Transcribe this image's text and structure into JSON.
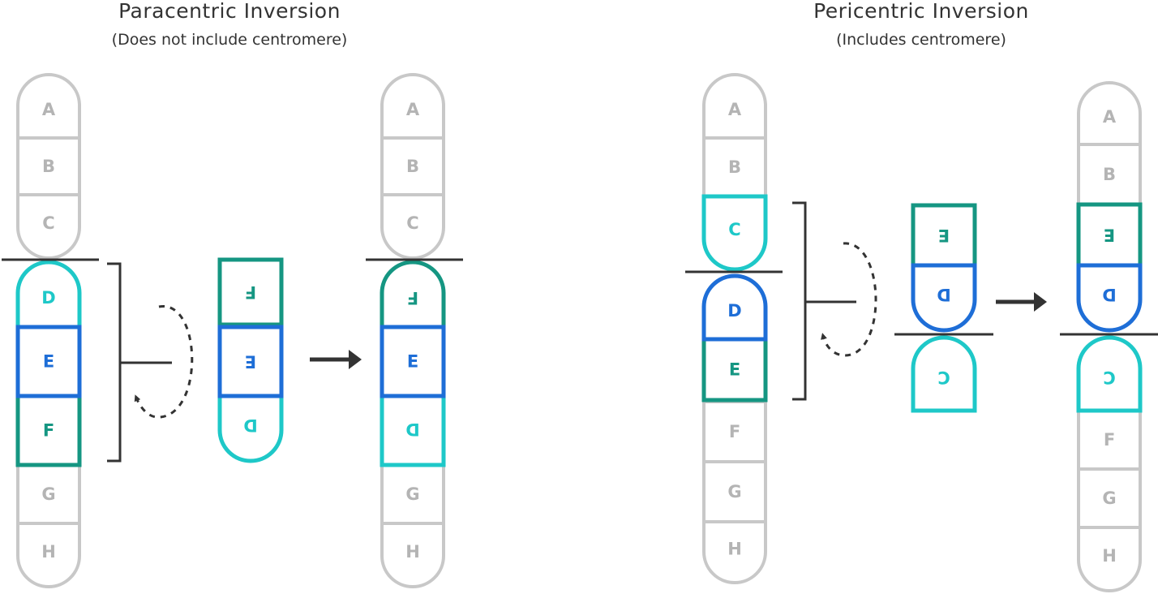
{
  "colors": {
    "gray": "#c8c8c8",
    "gray_text": "#b4b4b4",
    "teal_light": "#1ec8c8",
    "blue": "#1e6ed7",
    "teal_dark": "#159682",
    "line": "#333333"
  },
  "panels": {
    "paracentric": {
      "title": "Paracentric Inversion",
      "subtitle": "(Does not include centromere)"
    },
    "pericentric": {
      "title": "Pericentric Inversion",
      "subtitle": "(Includes centromere)"
    }
  },
  "chromosomes": {
    "para_original": [
      {
        "label": "A",
        "color": "gray",
        "shape": "top"
      },
      {
        "label": "B",
        "color": "gray",
        "shape": "rect"
      },
      {
        "label": "C",
        "color": "gray",
        "shape": "bottom"
      },
      {
        "label": "D",
        "color": "teal_light",
        "shape": "top"
      },
      {
        "label": "E",
        "color": "blue",
        "shape": "rect"
      },
      {
        "label": "F",
        "color": "teal_dark",
        "shape": "rect"
      },
      {
        "label": "G",
        "color": "gray",
        "shape": "rect"
      },
      {
        "label": "H",
        "color": "gray",
        "shape": "bottom"
      }
    ],
    "para_segment": [
      {
        "label": "F",
        "color": "teal_dark",
        "shape": "rect",
        "rotated": true
      },
      {
        "label": "E",
        "color": "blue",
        "shape": "rect",
        "rotated": true
      },
      {
        "label": "D",
        "color": "teal_light",
        "shape": "bottom",
        "rotated": true
      }
    ],
    "para_result": [
      {
        "label": "A",
        "color": "gray",
        "shape": "top"
      },
      {
        "label": "B",
        "color": "gray",
        "shape": "rect"
      },
      {
        "label": "C",
        "color": "gray",
        "shape": "bottom"
      },
      {
        "label": "F",
        "color": "teal_dark",
        "shape": "top",
        "rotated": true
      },
      {
        "label": "E",
        "color": "blue",
        "shape": "rect"
      },
      {
        "label": "D",
        "color": "teal_light",
        "shape": "rect",
        "mirrored": true
      },
      {
        "label": "G",
        "color": "gray",
        "shape": "rect"
      },
      {
        "label": "H",
        "color": "gray",
        "shape": "bottom"
      }
    ],
    "peri_original": [
      {
        "label": "A",
        "color": "gray",
        "shape": "top"
      },
      {
        "label": "B",
        "color": "gray",
        "shape": "rect"
      },
      {
        "label": "C",
        "color": "teal_light",
        "shape": "bottom"
      },
      {
        "label": "D",
        "color": "blue",
        "shape": "top"
      },
      {
        "label": "E",
        "color": "teal_dark",
        "shape": "rect"
      },
      {
        "label": "F",
        "color": "gray",
        "shape": "rect"
      },
      {
        "label": "G",
        "color": "gray",
        "shape": "rect"
      },
      {
        "label": "H",
        "color": "gray",
        "shape": "bottom"
      }
    ],
    "peri_segment": [
      {
        "label": "E",
        "color": "teal_dark",
        "shape": "rect",
        "rotated": true
      },
      {
        "label": "D",
        "color": "blue",
        "shape": "bottom",
        "rotated": true
      },
      {
        "label": "C",
        "color": "teal_light",
        "shape": "top",
        "rotated": true
      }
    ],
    "peri_result": [
      {
        "label": "A",
        "color": "gray",
        "shape": "top"
      },
      {
        "label": "B",
        "color": "gray",
        "shape": "rect"
      },
      {
        "label": "E",
        "color": "teal_dark",
        "shape": "rect",
        "rotated": true
      },
      {
        "label": "D",
        "color": "blue",
        "shape": "bottom",
        "rotated": true
      },
      {
        "label": "C",
        "color": "teal_light",
        "shape": "top",
        "rotated": true
      },
      {
        "label": "F",
        "color": "gray",
        "shape": "rect"
      },
      {
        "label": "G",
        "color": "gray",
        "shape": "rect"
      },
      {
        "label": "H",
        "color": "gray",
        "shape": "bottom"
      }
    ]
  }
}
